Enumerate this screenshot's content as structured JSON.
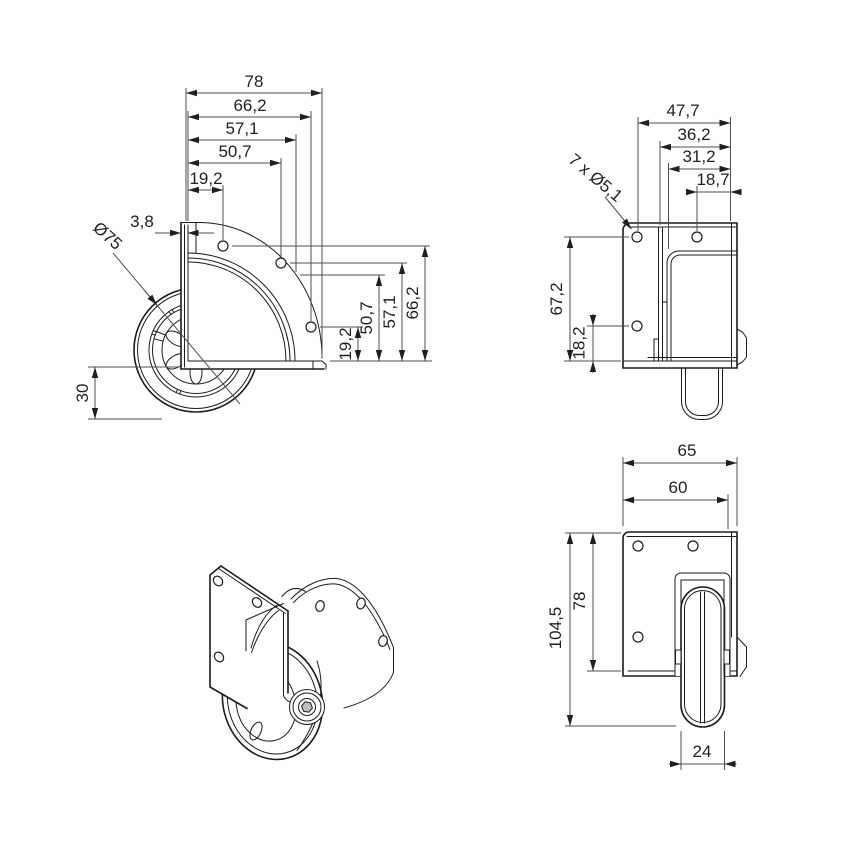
{
  "drawing": {
    "type": "technical-drawing-corner-caster",
    "background": "#ffffff",
    "line_color": "#1b1b1b",
    "dim_line_color": "#4f4f4f",
    "views": {
      "front": {
        "w78": "78",
        "w662": "66,2",
        "w571": "57,1",
        "w507": "50,7",
        "w192": "19,2",
        "w38": "3,8",
        "dia75": "Ø75",
        "v192": "19,2",
        "v507": "50,7",
        "v571": "57,1",
        "v662": "66,2",
        "v30": "30"
      },
      "side": {
        "w477": "47,7",
        "w362": "36,2",
        "w312": "31,2",
        "w187": "18,7",
        "holes_note": "7 x Ø5,1",
        "v672": "67,2",
        "v182": "18,2"
      },
      "rear": {
        "w65": "65",
        "w60": "60",
        "v78": "78",
        "v1045": "104,5",
        "w24": "24"
      }
    }
  }
}
